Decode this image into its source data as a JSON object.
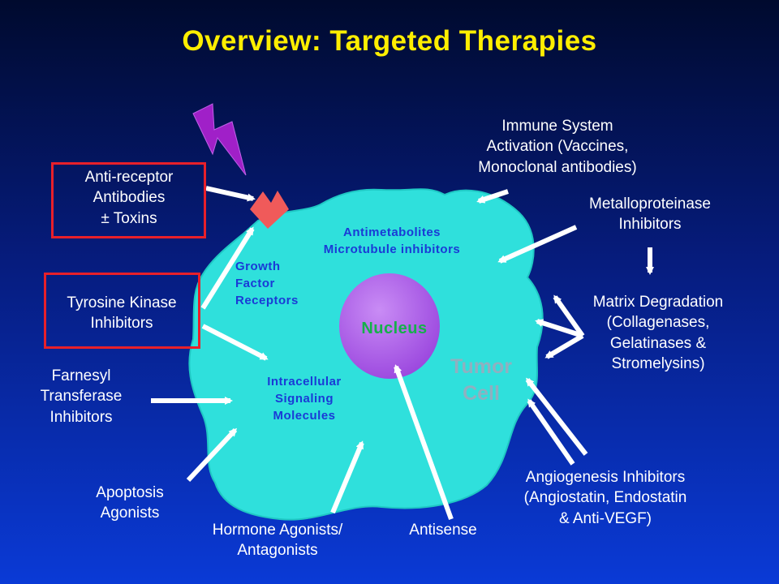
{
  "title": "Overview: Targeted Therapies",
  "cell": {
    "nucleus": "Nucleus",
    "tumor_line1": "Tumor",
    "tumor_line2": "Cell",
    "antimetabolites": "Antimetabolites",
    "microtubule": "Microtubule inhibitors",
    "growth1": "Growth",
    "growth2": "Factor",
    "growth3": "Receptors",
    "intra1": "Intracellular",
    "intra2": "Signaling",
    "intra3": "Molecules"
  },
  "labels": {
    "anti_receptor": [
      "Anti-receptor",
      "Antibodies",
      "± Toxins"
    ],
    "tyrosine": [
      "Tyrosine Kinase",
      "Inhibitors"
    ],
    "farnesyl": [
      "Farnesyl",
      "Transferase",
      "Inhibitors"
    ],
    "apoptosis": [
      "Apoptosis",
      "Agonists"
    ],
    "hormone": [
      "Hormone Agonists/",
      "Antagonists"
    ],
    "antisense": "Antisense",
    "angiogenesis": [
      "Angiogenesis Inhibitors",
      "(Angiostatin, Endostatin",
      "& Anti-VEGF)"
    ],
    "immune": [
      "Immune System",
      "Activation (Vaccines,",
      "Monoclonal antibodies)"
    ],
    "metallo": [
      "Metalloproteinase",
      "Inhibitors"
    ],
    "matrix": [
      "Matrix Degradation",
      "(Collagenases,",
      "Gelatinases &",
      "Stromelysins)"
    ]
  },
  "colors": {
    "title": "#ffee00",
    "cell_fill": "#2fe0dc",
    "nucleus_fill": "#b060e8",
    "receptor": "#f05a5a",
    "lightning": "#a020c8",
    "highlight_box": "#e8202a",
    "arrow": "#ffffff"
  },
  "icons": [
    "lightning-bolt-icon",
    "receptor-icon"
  ]
}
